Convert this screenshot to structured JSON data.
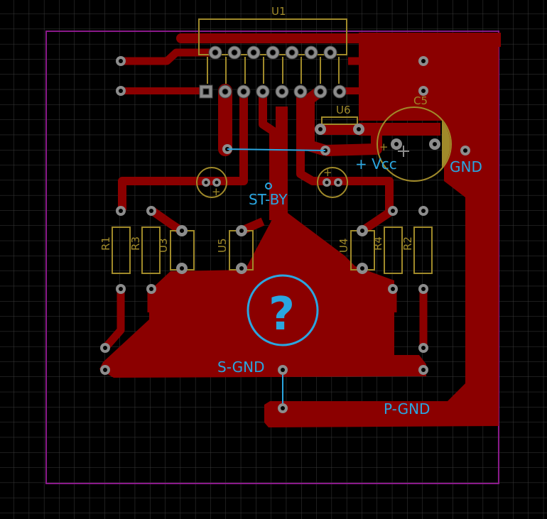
{
  "colors": {
    "background": "#000000",
    "grid": "#3a3a3a",
    "board_outline": "#8a1a8a",
    "copper": "#8b0000",
    "silkscreen": "#a08a2a",
    "pad": "#8c8c8c",
    "airwire": "#2aa6e0",
    "net_label": "#2aa6e0"
  },
  "components": {
    "u1": "U1",
    "u6": "U6",
    "c5": "C5",
    "r1": "R1",
    "r2": "R2",
    "r3": "R3",
    "r4": "R4",
    "u3": "U3",
    "u4": "U4",
    "u5": "U5"
  },
  "net_labels": {
    "vcc": "+ Vcc",
    "gnd": "GND",
    "stby": "ST-BY",
    "sgnd": "S-GND",
    "pgnd": "P-GND"
  },
  "polarity": {
    "plus": "+"
  },
  "mystery": {
    "symbol": "?"
  }
}
